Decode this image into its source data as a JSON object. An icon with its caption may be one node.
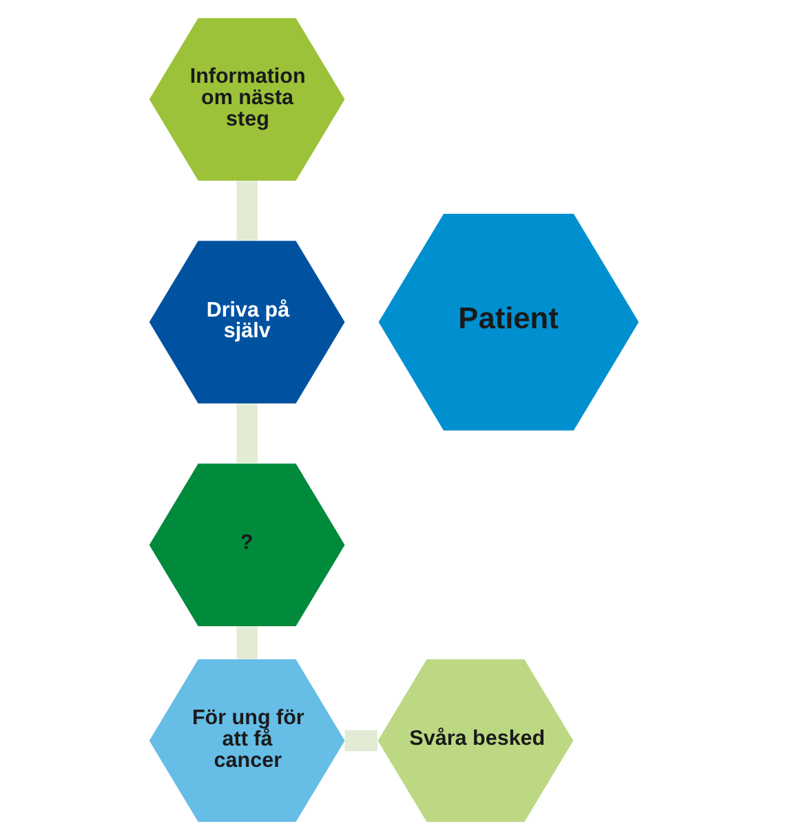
{
  "diagram": {
    "nodes": [
      {
        "text": [
          "Information om nästa steg"
        ]
      },
      {
        "text": [
          "Driva på själv"
        ]
      },
      {
        "text": [
          "Patient"
        ]
      },
      {
        "text": [
          "Svåra besked"
        ]
      },
      {
        "text": [
          "?"
        ]
      },
      {
        "text": [
          "För ung för att få cancer"
        ]
      }
    ],
    "edges": [
      {
        "from": 0,
        "to": 1,
        "arrow": "none"
      },
      {
        "from": 1,
        "to": 4,
        "arrow": "none"
      },
      {
        "from": 4,
        "to": 5,
        "arrow": "none"
      },
      {
        "from": 5,
        "to": 3,
        "arrow": "none"
      }
    ]
  }
}
